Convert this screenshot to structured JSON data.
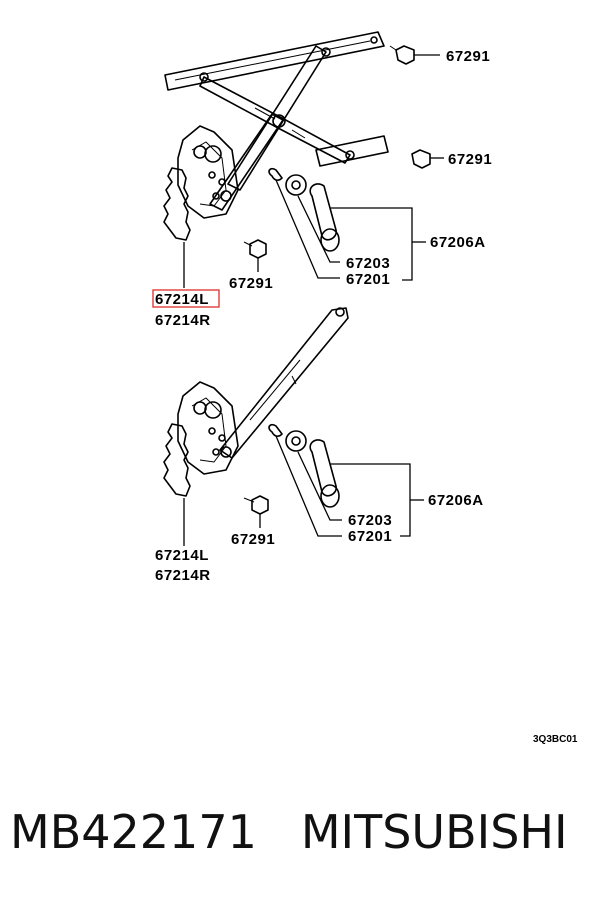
{
  "diagram": {
    "code": "3Q3BC01",
    "upper": {
      "bolt_top": "67291",
      "bolt_mid": "67291",
      "bolt_low": "67291",
      "handle_assy": "67206A",
      "escutcheon": "67203",
      "clip": "67201",
      "regulator_left": "67214L",
      "regulator_right": "67214R"
    },
    "lower": {
      "bolt_low": "67291",
      "handle_assy": "67206A",
      "escutcheon": "67203",
      "clip": "67201",
      "regulator_left": "67214L",
      "regulator_right": "67214R"
    },
    "highlight_color": "#e23b3b"
  },
  "footer": {
    "part_number": "MB422171",
    "brand": "MITSUBISHI"
  }
}
